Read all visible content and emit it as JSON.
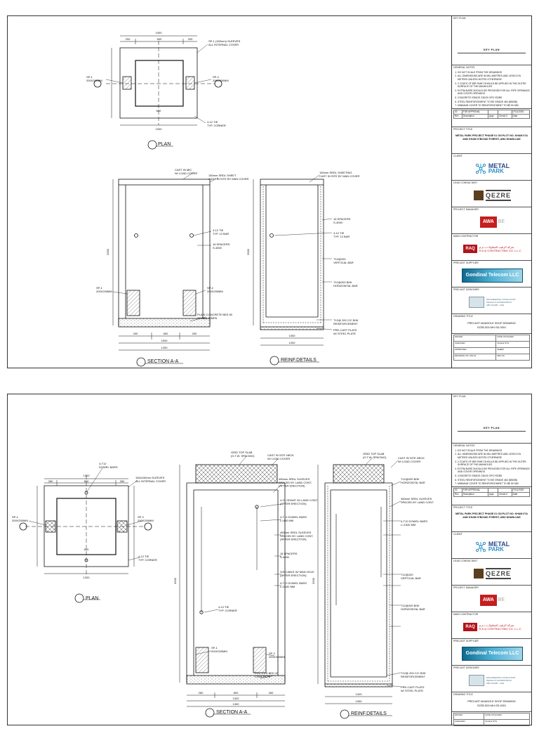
{
  "sheets": [
    {
      "plan_title": "PLAN",
      "section_title": "SECTION A-A",
      "reinf_title": "REINF.DETAILS",
      "dims": {
        "plan_top_total": "1000",
        "plan_top_a": "200",
        "plan_top_b": "600",
        "plan_top_c": "200",
        "plan_bottom": "1000",
        "plan_inner": "600",
        "plan_side": "1000",
        "section_bottom_a": "200",
        "section_bottom_b": "600",
        "section_bottom_c": "200",
        "section_bottom_total": "1000",
        "section_bottom_total2": "1200",
        "reinf_bottom_total": "1000",
        "reinf_bottom_total2": "1200",
        "section_height": "2000"
      },
      "callouts": {
        "plan_rt": "SP-1 (150mm) SLEEVES\nALL INTERNAL COVER",
        "plan_l": "SP-1\n200X200MM",
        "plan_r": "SP-2\n200X200MM",
        "plan_tie": "4-12 TIE\nTYP. CORNER",
        "sec_top": "CAST IN MIC\nW/ LOAD COVER",
        "sec_top2": "150mm SRDL SHEET\nCAST IN SITE BY MAN COVER",
        "sec_bar": "4-12 TIE\nTYP. 12 BAR",
        "sec_mid": "16 SPACERS\nS-4000",
        "sec_sp1": "SP-1\n200X200MM",
        "sec_sp2": "SP-2\n200X200MM",
        "sec_base": "PLAIN CONCRETE BED 50\nGRADE 40MPA",
        "reinf_top": "150mm SRDL SHEETING\nCAST IN SITE BY MAN COVER",
        "reinf_1": "16 SPACERS\nS-4000",
        "reinf_2": "4-12 TIE\nTYP. 12 BAR",
        "reinf_3": "T12@200\nVERTICAL BAR",
        "reinf_4": "T12@200 B/W\nHORIZONTAL BAR",
        "reinf_5": "T12@ 200 C/C B/W\nREINFORCEMENT",
        "reinf_6": "PRE-CAST PLATE\nW/ STEEL PLATE"
      }
    },
    {
      "plan_title": "PLAN",
      "section_title": "SECTION A-A",
      "reinf_title": "REINF.DETAILS",
      "dims": {
        "plan_top_total": "1320",
        "plan_top_a": "260",
        "plan_top_b": "800",
        "plan_top_c": "260",
        "plan_bottom": "1320",
        "plan_inner": "800",
        "section_bottom_a": "260",
        "section_bottom_b": "800",
        "section_bottom_c": "260",
        "section_bottom_total": "1320",
        "section_bottom_total2": "1400",
        "reinf_bottom_total": "1320",
        "reinf_bottom_total2": "1400",
        "section_height": "3200"
      },
      "callouts": {
        "plan_top": "4-T12\nDOWEL BARS",
        "plan_rt": "150x150mm SLEEVES\nALL INTERNAL COVER",
        "plan_l": "SP-1\n200X200MM",
        "plan_r": "SP-2\n200X200MM",
        "plan_tie": "4-12 TIE\nTYP. CORNER",
        "sec_top": "CAST IN SITE NECK\nW/ LOAD COVER",
        "sec_top2": "GRID TOP SLAB\n(G.T.W. SPACING)",
        "sec_a": "450mm SRDL SLEEVES\nSPACED BY LAND CONT.\n(AFTER ERECTION)",
        "sec_b": "U.C. GRANT W/ LAND CONT.\n(AFTER ERECTION)",
        "sec_c": "4-T12 DOWEL BARS\nL=450 MM",
        "sec_d": "450mm SRDL SLEEVES\nSPACED BY LAND CONT.\n(AFTER ERECTION)",
        "sec_e": "16 SPACERS\nS-4000",
        "sec_f": "S/S CABLE W/ MAN HOLE\n(AFTER ERECTION)",
        "sec_g": "4-T12 DOWEL BARS\nL=1540 MM",
        "sec_h": "4-12 TIE\nTYP. CORNER",
        "sec_sp1": "SP-1\n200X200MM",
        "sec_sp2": "SP-2\n200X200MM",
        "sec_base": "PCC 1:2:4 BED 1F\nCONCRETE",
        "reinf_top": "GRID TOP SLAB\n(G.T.W. SPACING)",
        "reinf_1": "CAST IN SITE NECK\nW/ LOAD COVER",
        "reinf_2": "T12@200 B/W\nHORIZONTAL BAR",
        "reinf_3": "450mm SRDL SLEEVES\nSPACED BY LAND CONT.",
        "reinf_4": "4-T12 DOWEL BARS\nL=1540 MM",
        "reinf_5": "T12@200\nVERTICAL BAR",
        "reinf_6": "T12@200 B/W\nHORIZONTAL BAR",
        "reinf_7": "T12@ 200 C/C B/W\nREINFORCEMENT",
        "reinf_8": "PRE-CAST PLATE\nW/ STEEL PLATE"
      }
    }
  ],
  "title_block": {
    "key_plan_label": "KEY PLAN",
    "key_plan_title": "KEY PLAN",
    "general_notes_label": "GENERAL NOTES",
    "notes": [
      "DO NOT SCALE FROM THE DRAWINGS",
      "ALL DIMENSIONS ARE IN MILLIMETRES AND LEVELS IN METRES UNLESS NOTED OTHERWISE",
      "2 COATS OF BIR PAINT SHOULD BE APPLIED IN THE OUTER SURFACE OF THE MANHOLES",
      "EXTRA BARS SHOULD BE PROVIDED FOR ALL PIPE OPENINGS AND COVER OPENINGS",
      "CONCRETE GRADE C30/20 OPC+SSBS",
      "STEEL REINFORCEMENT TO BE GRADE 460 (B500B)",
      "MINIMUM COVER TO REINFORCEMENT TO BE 50 MM"
    ],
    "revision": {
      "rev_no": "00",
      "description": "FOR APPROVAL",
      "date": "07/11/2020",
      "col_rev": "Rev",
      "col_desc": "Description",
      "col_appr": "Appr.",
      "col_check": "Check'd",
      "col_date": "Date"
    },
    "project_title_label": "PROJECT TITLE",
    "project_title": "METAL PARK PROJECT PHASE 01 ON PLOT NO. KHAM 07A AND KHAM 07B/ZAID FOREST, ABU DHABI-UAE",
    "client_label": "CLIENT",
    "client_name_1": "METAL",
    "client_name_2": "PARK",
    "lead_consultant_label": "LEAD CONSULTANT",
    "lead_consultant": "QEZRE",
    "project_manager_label": "PROJECT MANAGER",
    "project_manager_1": "AWA",
    "project_manager_2": "BE",
    "main_contractor_label": "MAIN CONTRACTOR",
    "main_contractor_badge": "RAQ",
    "main_contractor_ar": "شركة الرقيب للمقاولات ذ.م.م",
    "main_contractor_en": "R A Q CONTRACTING CO. L.L.C",
    "precast_supplier_label": "PRECAST SUPPLIER",
    "precast_supplier": "Gondinal Telecom LLC",
    "precast_consultant_label": "PRECAST DESIGNER",
    "precast_consultant_lines": [
      "ENGINEERING CONSULTANT",
      "DESIGN & SUPERVISION",
      "ABU DHABI - UAE"
    ],
    "drawing_title_label": "DRAWING TITLE",
    "drawing_title_1": "PRECAST MANHOLE SHOP DRAWING",
    "drawing_title_2": "SZZB-S00-MH-SD-0001",
    "meta": {
      "drawn": "DRAWN",
      "date_label": "DATE",
      "date": "07/11/2020",
      "checked": "CHECKED",
      "scale": "SCALE",
      "scale_val": "NTS",
      "approved": "APPROVED",
      "sheet": "SHEET",
      "drawing_no_label": "DRAWING NO.",
      "rev_label": "REV",
      "rev": "00",
      "drawing_no": "MH-01"
    }
  }
}
